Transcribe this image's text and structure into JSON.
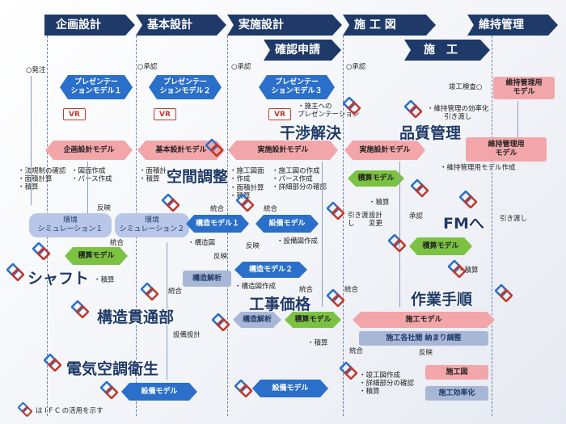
{
  "phases": [
    "企画設計",
    "基本設計",
    "実施設計",
    "施 工 図",
    "維持管理"
  ],
  "subphases": [
    "確認申請",
    "施　工"
  ],
  "orders": {
    "p1": "○発注",
    "p2": "○承認",
    "p3": "○承認",
    "p4": "○承認"
  },
  "pres": {
    "m1": "プレゼンテー\nションモデル１",
    "m2": "プレゼンテー\nションモデル２",
    "m3": "プレゼンテー\nションモデル３"
  },
  "vr": "VR",
  "design_models": {
    "plan": "企画設計モデル",
    "basic": "基本設計モデル",
    "detail": "実施設計モデル",
    "detail2": "実施設計モデル"
  },
  "maint": {
    "m1": "維持管理用\nモデル",
    "m2": "維持管理用\nモデル"
  },
  "notes": {
    "n1": "・法規制の確認\n・面積計算\n・積算",
    "n2": "・図面作成\n・パース作成",
    "n3": "・面積計\n・積算",
    "n4": "・施工図面\n・作成",
    "n5": "・施工図の作成\n・パース作成\n・詳細部分の確認",
    "n6": "・面積計算\n・積算",
    "n7": "・施主への\nプレゼンテーション",
    "n8": "竣工検査○",
    "n9": "・維持管理の効率化\n引き渡し",
    "n10": "・維持管理用モデル作成",
    "n11": "・積算",
    "n12": "引き渡\nし",
    "n13": "設計\n変更",
    "n14": "承認",
    "n15": "引き渡し",
    "n16": "反映",
    "n17": "・構造図",
    "n18": "統合",
    "n19": "反映",
    "n20": "統合",
    "n21": "・設備図作成",
    "n22": "反映",
    "n23": "・構造図作成",
    "n24": "統合",
    "n25": "・積算",
    "n26": "統合",
    "n27": "設備設計",
    "n28": "・積算",
    "n29": "・竣工図作成\n・詳細部分の確認\n・積算",
    "n30": "反映",
    "n31": "・積算",
    "n32": "統合",
    "n33": "統合",
    "n34": "統合"
  },
  "env": {
    "e1": "環境\nシミュレーション１",
    "e2": "環境\nシミュレーション２"
  },
  "struct": {
    "s1": "構造モデル１",
    "s2": "構造モデル２",
    "a1": "構造解析",
    "a2": "構造解析"
  },
  "equip": {
    "e1": "設備モデル",
    "e2": "設備モデル",
    "e3": "設備モデル"
  },
  "cost": {
    "c1": "積算モデル",
    "c2": "積算モデル",
    "c3": "積算モデル",
    "c4": "積算モデル"
  },
  "construction": {
    "model": "施工モデル",
    "adjust": "施工各社間 納まり調整",
    "drawing": "施工図",
    "eff": "施工効率化"
  },
  "callouts": {
    "c1": "干渉解決",
    "c2": "品質管理",
    "c3": "空間調整",
    "c4": "FMへ",
    "c5": "シャフト",
    "c6": "構造貫通部",
    "c7": "工事価格",
    "c8": "作業手順",
    "c9": "電気空調衛生"
  },
  "legend": "は I F C の活用を示す",
  "colors": {
    "navy": "#1f3a68",
    "blue": "#2a6fc9",
    "pink": "#f3a6a9",
    "green": "#7cc242",
    "grey": "#a9b7d6"
  }
}
